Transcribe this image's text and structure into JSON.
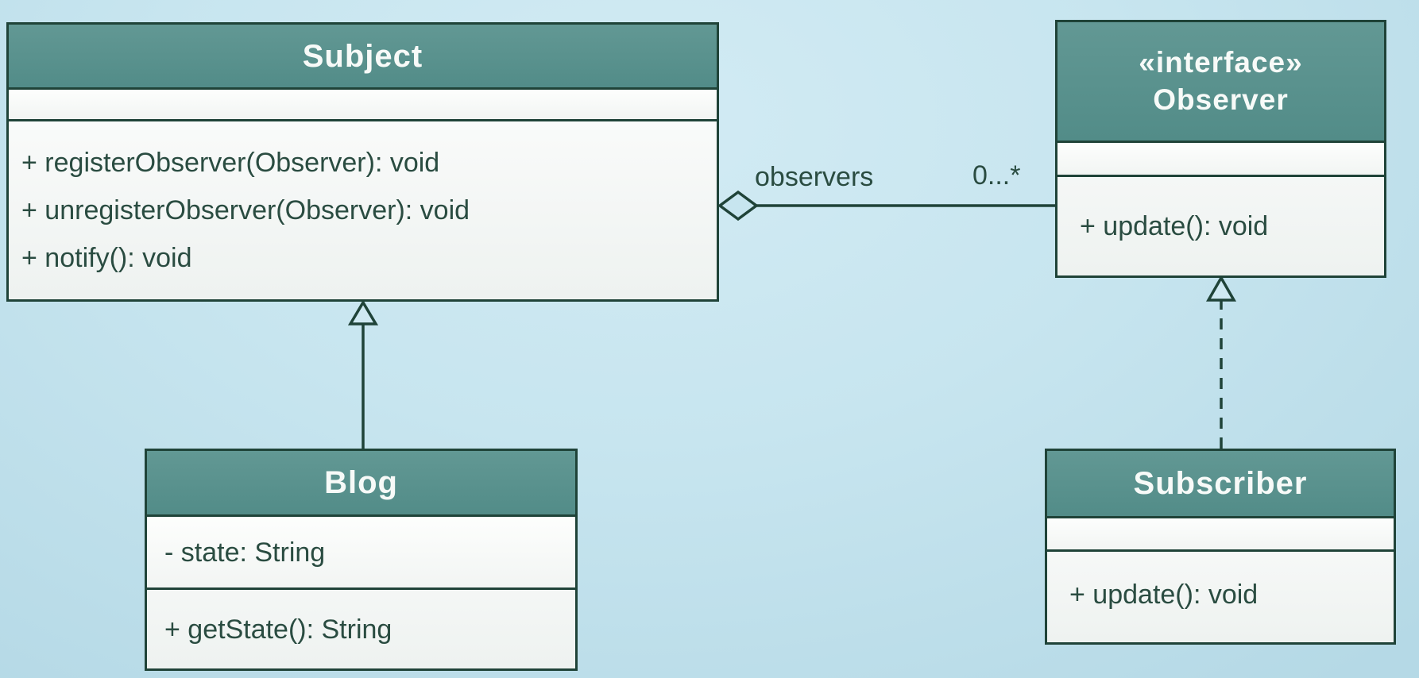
{
  "colors": {
    "background": "#c7e5ef",
    "class_header_teal": "#5c938f",
    "outline_dark_green": "#1f4338",
    "body_text_green": "#2a4c41",
    "title_text": "#f7faf8"
  },
  "diagram": {
    "type": "uml-class-diagram",
    "pattern": "Observer",
    "classes": {
      "subject": {
        "name": "Subject",
        "attributes": [],
        "methods": [
          "+ registerObserver(Observer): void",
          "+ unregisterObserver(Observer): void",
          "+ notify(): void"
        ]
      },
      "observer": {
        "stereotype": "«interface»",
        "name": "Observer",
        "attributes": [],
        "methods": [
          "+ update(): void"
        ]
      },
      "blog": {
        "name": "Blog",
        "attributes": [
          "- state: String"
        ],
        "methods": [
          "+ getState(): String"
        ]
      },
      "subscriber": {
        "name": "Subscriber",
        "attributes": [],
        "methods": [
          "+ update(): void"
        ]
      }
    },
    "relationships": {
      "subject_observer": {
        "type": "aggregation",
        "from": "Subject",
        "to": "Observer",
        "label": "observers",
        "multiplicity": "0...*"
      },
      "blog_subject": {
        "type": "generalization",
        "from": "Blog",
        "to": "Subject"
      },
      "subscriber_observer": {
        "type": "realization",
        "from": "Subscriber",
        "to": "Observer"
      }
    }
  }
}
